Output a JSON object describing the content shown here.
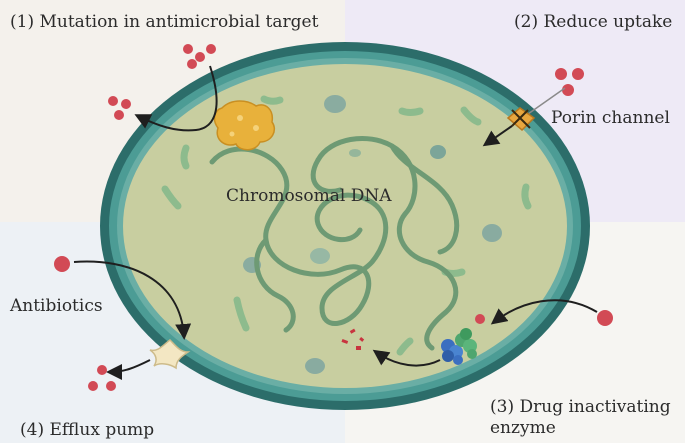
{
  "labels": {
    "mutation": "(1) Mutation in antimicrobial target",
    "reduce_uptake": "(2) Reduce uptake",
    "porin": "Porin channel",
    "chromosome": "Chromosomal DNA",
    "antibiotics": "Antibiotics",
    "inactivating_line1": "(3) Drug inactivating",
    "inactivating_line2": "enzyme",
    "efflux": "(4) Efflux pump"
  },
  "colors": {
    "quad_top_left": "#f4f1ec",
    "quad_top_right": "#eeeaf6",
    "quad_bottom_left": "#edf1f5",
    "quad_bottom_right": "#f6f5f2",
    "outer_membrane": "#2c6d6a",
    "membrane_band": "#4c9c95",
    "cytoplasm": "#c8cea0",
    "dna": "#6e9a74",
    "antibiotic": "#d24a55",
    "target_protein": "#e8b13b",
    "porin": "#e8a63e",
    "enzyme_blue": "#3b6fc0",
    "enzyme_green": "#4fa66f",
    "efflux_pump": "#f3e7c3",
    "arrow": "#1f1f1f"
  }
}
